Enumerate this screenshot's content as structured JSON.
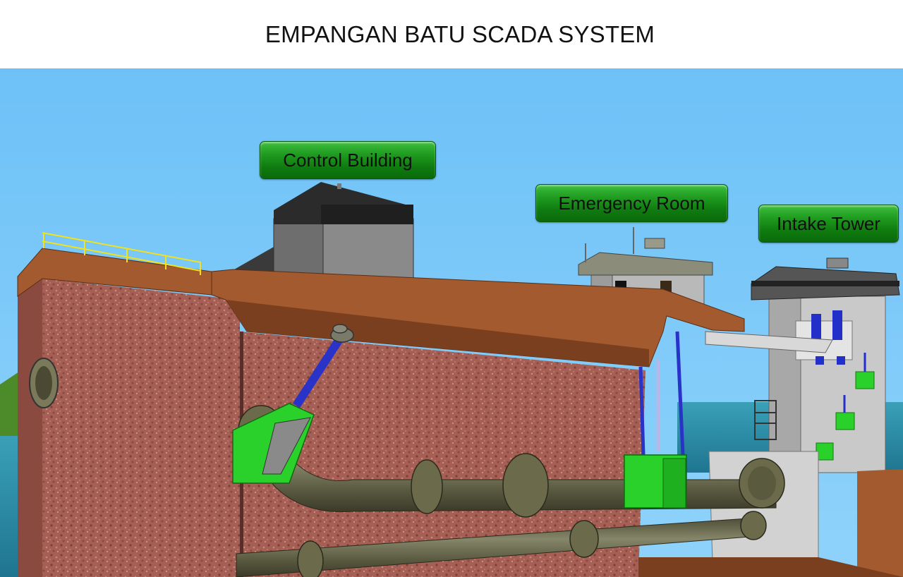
{
  "header": {
    "title": "EMPANGAN BATU SCADA SYSTEM"
  },
  "labels": {
    "control_building": "Control Building",
    "emergency_room": "Emergency Room",
    "intake_tower": "Intake Tower"
  },
  "colors": {
    "sky": "#6ec3f8",
    "rock": "#a65f54",
    "deck": "#a35a2e",
    "pipe": "#6b6b4b",
    "valve_green": "#2bd12b",
    "actuator_blue": "#2a33c7",
    "water": "#2f8fa8",
    "label_green": "#1f9b1f"
  }
}
